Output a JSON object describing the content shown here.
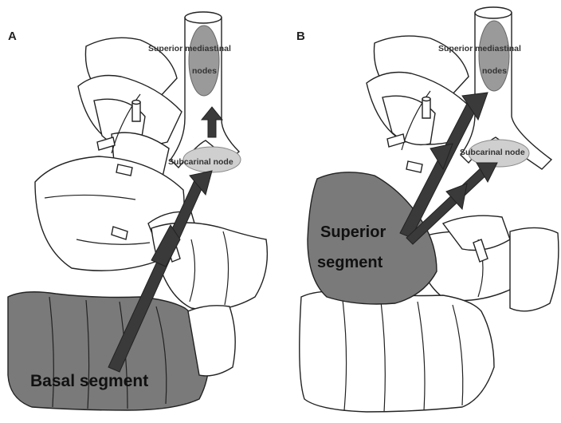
{
  "panels": [
    {
      "id": "A",
      "label": "A",
      "superior_nodes_label_1": "Superior mediastinal",
      "superior_nodes_label_2": "nodes",
      "subcarinal_label": "Subcarinal node",
      "segment_label_1": "Basal segment",
      "segment_label_2": ""
    },
    {
      "id": "B",
      "label": "B",
      "superior_nodes_label_1": "Superior mediastinal",
      "superior_nodes_label_2": "nodes",
      "subcarinal_label": "Subcarinal node",
      "segment_label_1": "Superior",
      "segment_label_2": "segment"
    }
  ],
  "colors": {
    "segment_shade": "#7a7a7a",
    "node_fill": "#9a9a9a",
    "arrow": "#3a3a3a",
    "outline": "#222222"
  }
}
